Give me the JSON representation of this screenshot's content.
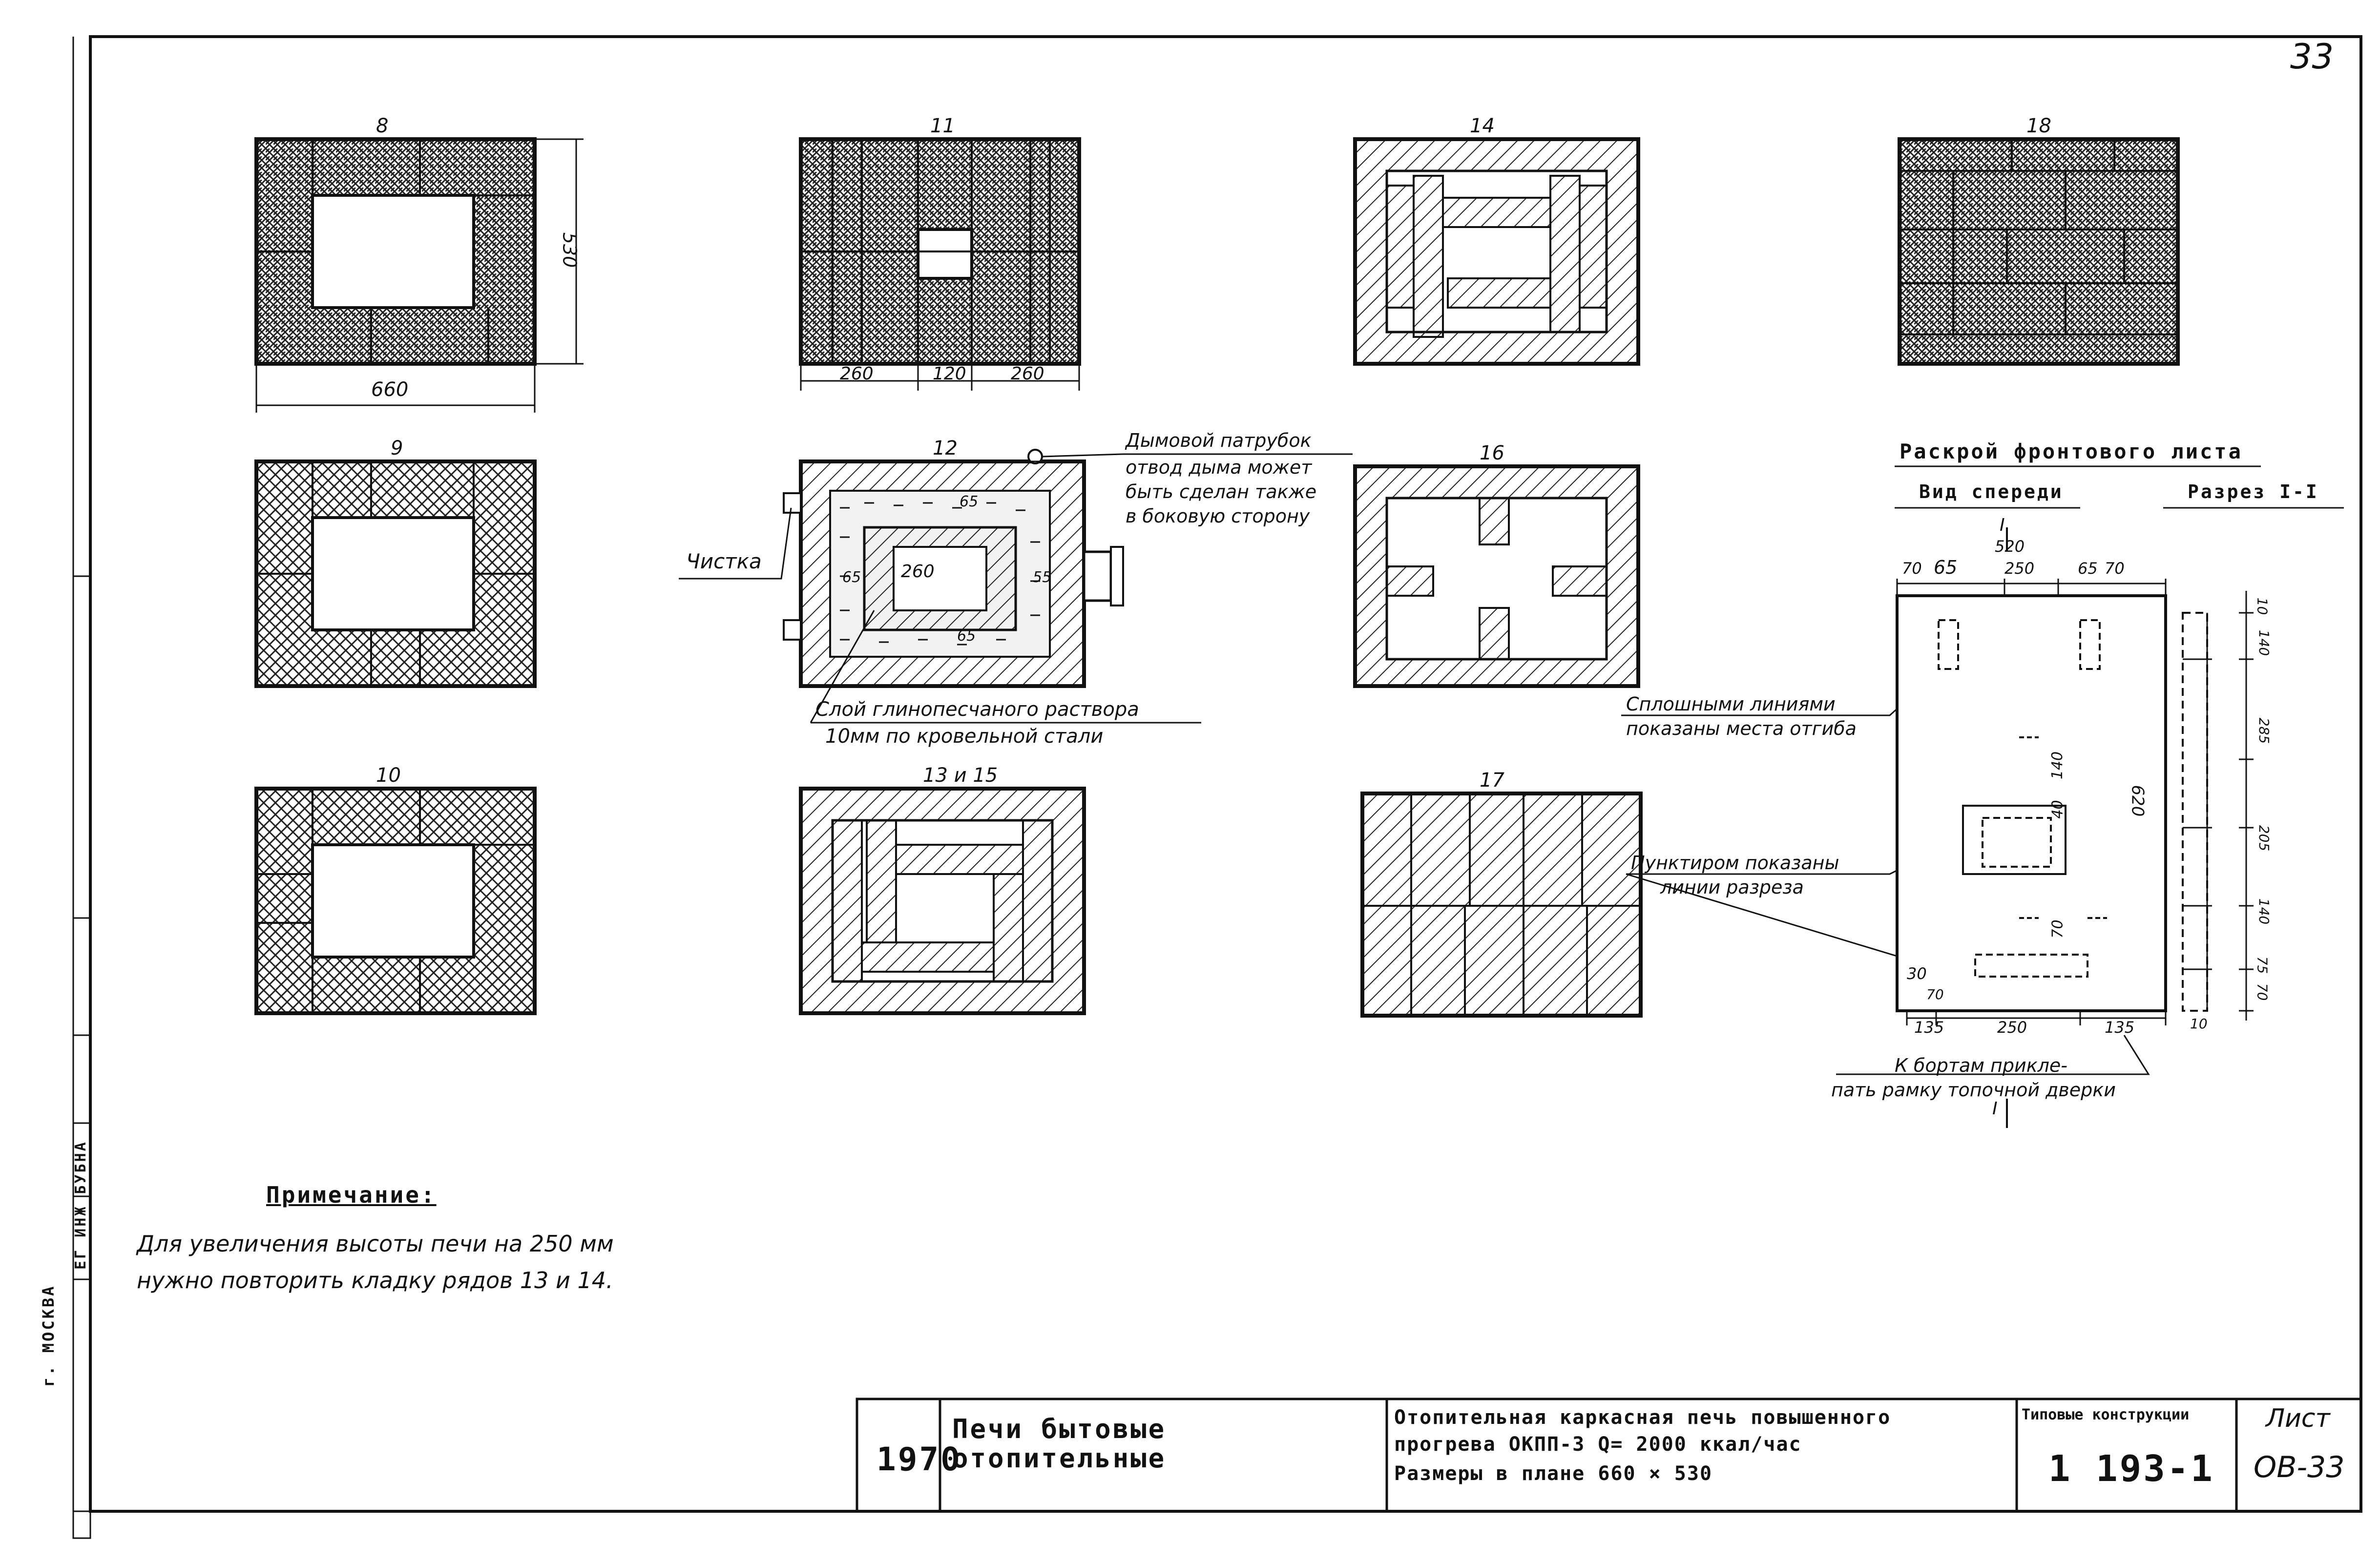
{
  "sheet": {
    "page_number": "33",
    "city": "г. МОСКВА",
    "side_stamp": "ЕГ ИНЖ  БУБНА  "
  },
  "rows": [
    {
      "label": "8",
      "dim_height": "530",
      "dim_width": "660"
    },
    {
      "label": "11",
      "dims": [
        "260",
        "120",
        "260"
      ]
    },
    {
      "label": "14"
    },
    {
      "label": "18"
    },
    {
      "label": "9"
    },
    {
      "label": "12",
      "dims": [
        "65",
        "260",
        "65",
        "55",
        "65"
      ]
    },
    {
      "label": "16"
    },
    {
      "label": "10"
    },
    {
      "label": "13 и 15"
    },
    {
      "label": "17"
    }
  ],
  "annotations": {
    "cleanout": "Чистка",
    "smoke_pipe": [
      "Дымовой патрубок",
      "отвод дыма может",
      "быть сделан также",
      "в боковую сторону"
    ],
    "clay_layer": [
      "Слой глинопесчаного раствора",
      "10мм по кровельной стали"
    ],
    "solid_lines": [
      "Сплошными линиями",
      "показаны места отгиба"
    ],
    "dashed_lines": [
      "Пунктиром показаны",
      "линии разреза"
    ],
    "rivet": [
      "К бортам прикле-",
      "пать рамку топочной дверки"
    ]
  },
  "front_sheet": {
    "title": "Раскрой фронтового листа",
    "view_front": "Вид спереди",
    "section": "Разрез I-I",
    "section_mark": "I",
    "dims_top": [
      "520",
      "70",
      "65",
      "250",
      "65",
      "70"
    ],
    "dims_bottom": [
      "30",
      "70",
      "135",
      "250",
      "135"
    ],
    "dims_inner": [
      "140",
      "40",
      "70"
    ],
    "dim_height": "620",
    "dims_right": [
      "10",
      "140",
      "285",
      "205",
      "140",
      "75",
      "70"
    ],
    "dim_right_bottom": "10"
  },
  "note": {
    "heading": "Примечание:",
    "text": [
      "Для увеличения высоты печи на 250 мм",
      "нужно повторить кладку рядов 13 и 14."
    ]
  },
  "title_block": {
    "year": "1970",
    "category": [
      "Печи бытовые",
      "отопительные"
    ],
    "description": [
      "Отопительная каркасная печь повышенного",
      "прогрева ОКПП-3  Q= 2000 ккал/час",
      "Размеры в плане 660 × 530"
    ],
    "series_label": "Типовые конструкции",
    "series_number": "1 193-1",
    "sheet_label": "Лист",
    "sheet_number": "ОВ-33"
  }
}
